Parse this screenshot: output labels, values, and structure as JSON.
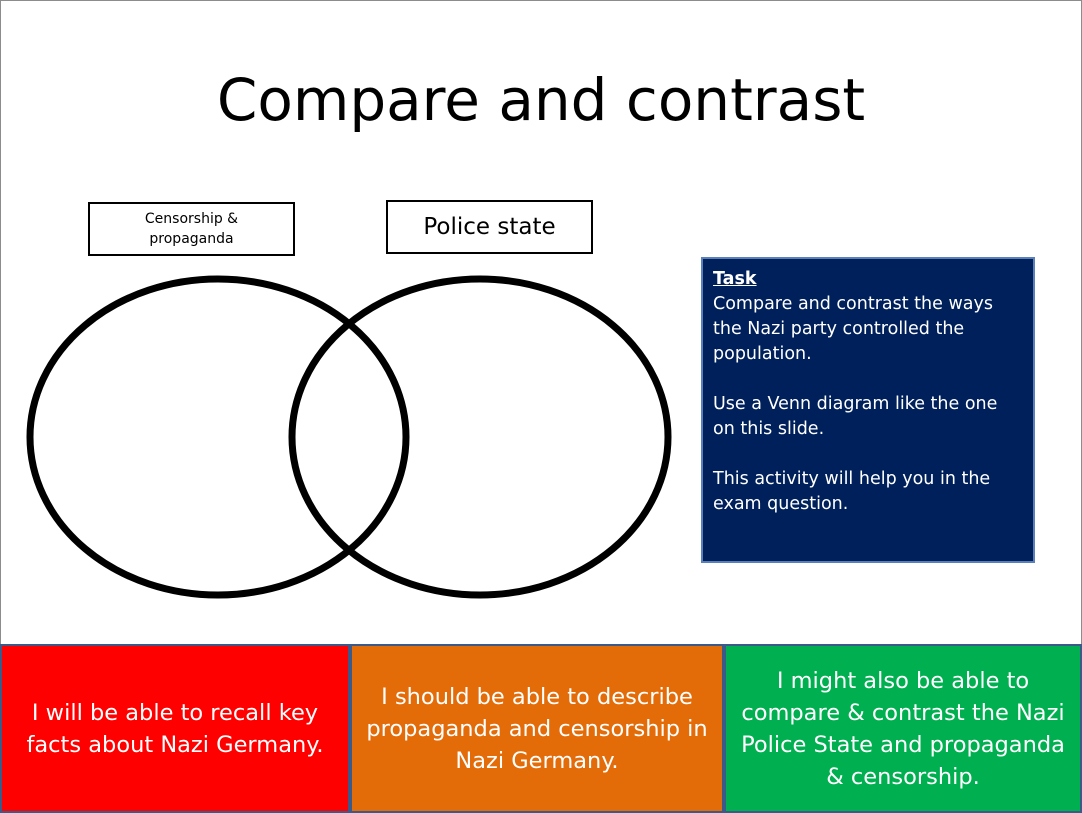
{
  "slide": {
    "title": "Compare and contrast"
  },
  "venn": {
    "left_label": "Censorship & propaganda",
    "right_label": "Police state"
  },
  "task": {
    "heading": "Task",
    "paragraphs": [
      "Compare and contrast the ways the Nazi party controlled the population.",
      "Use a Venn diagram like the one on this slide.",
      "This activity will help you in the exam question."
    ],
    "background_color": "#00205b"
  },
  "outcomes": [
    {
      "text": "I will be able to recall key facts about Nazi Germany.",
      "color": "#ff0000"
    },
    {
      "text": "I should be able to describe propaganda and censorship in Nazi Germany.",
      "color": "#e36c09"
    },
    {
      "text": "I might also be able to compare & contrast the Nazi Police State and propaganda & censorship.",
      "color": "#00b050"
    }
  ]
}
